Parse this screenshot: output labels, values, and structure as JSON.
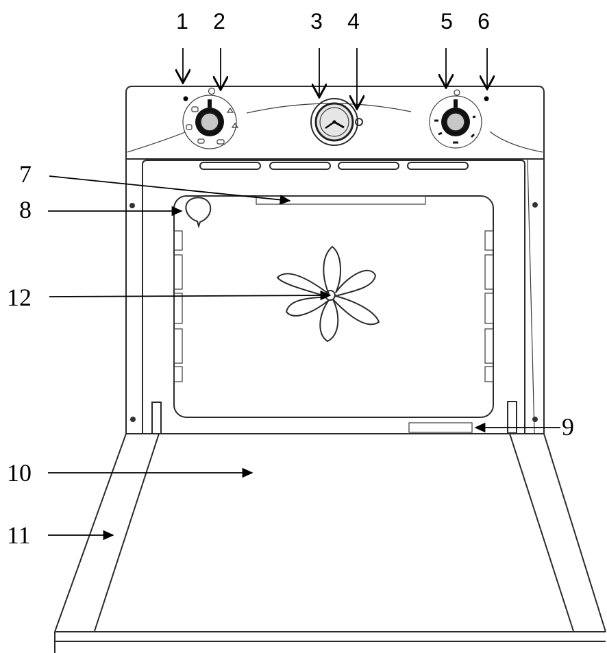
{
  "callouts_top": [
    {
      "label": "1"
    },
    {
      "label": "2"
    },
    {
      "label": "3"
    },
    {
      "label": "4"
    },
    {
      "label": "5"
    },
    {
      "label": "6"
    }
  ],
  "callouts_side": [
    {
      "label": "7"
    },
    {
      "label": "8"
    },
    {
      "label": "9"
    },
    {
      "label": "10"
    },
    {
      "label": "11"
    },
    {
      "label": "12"
    }
  ]
}
